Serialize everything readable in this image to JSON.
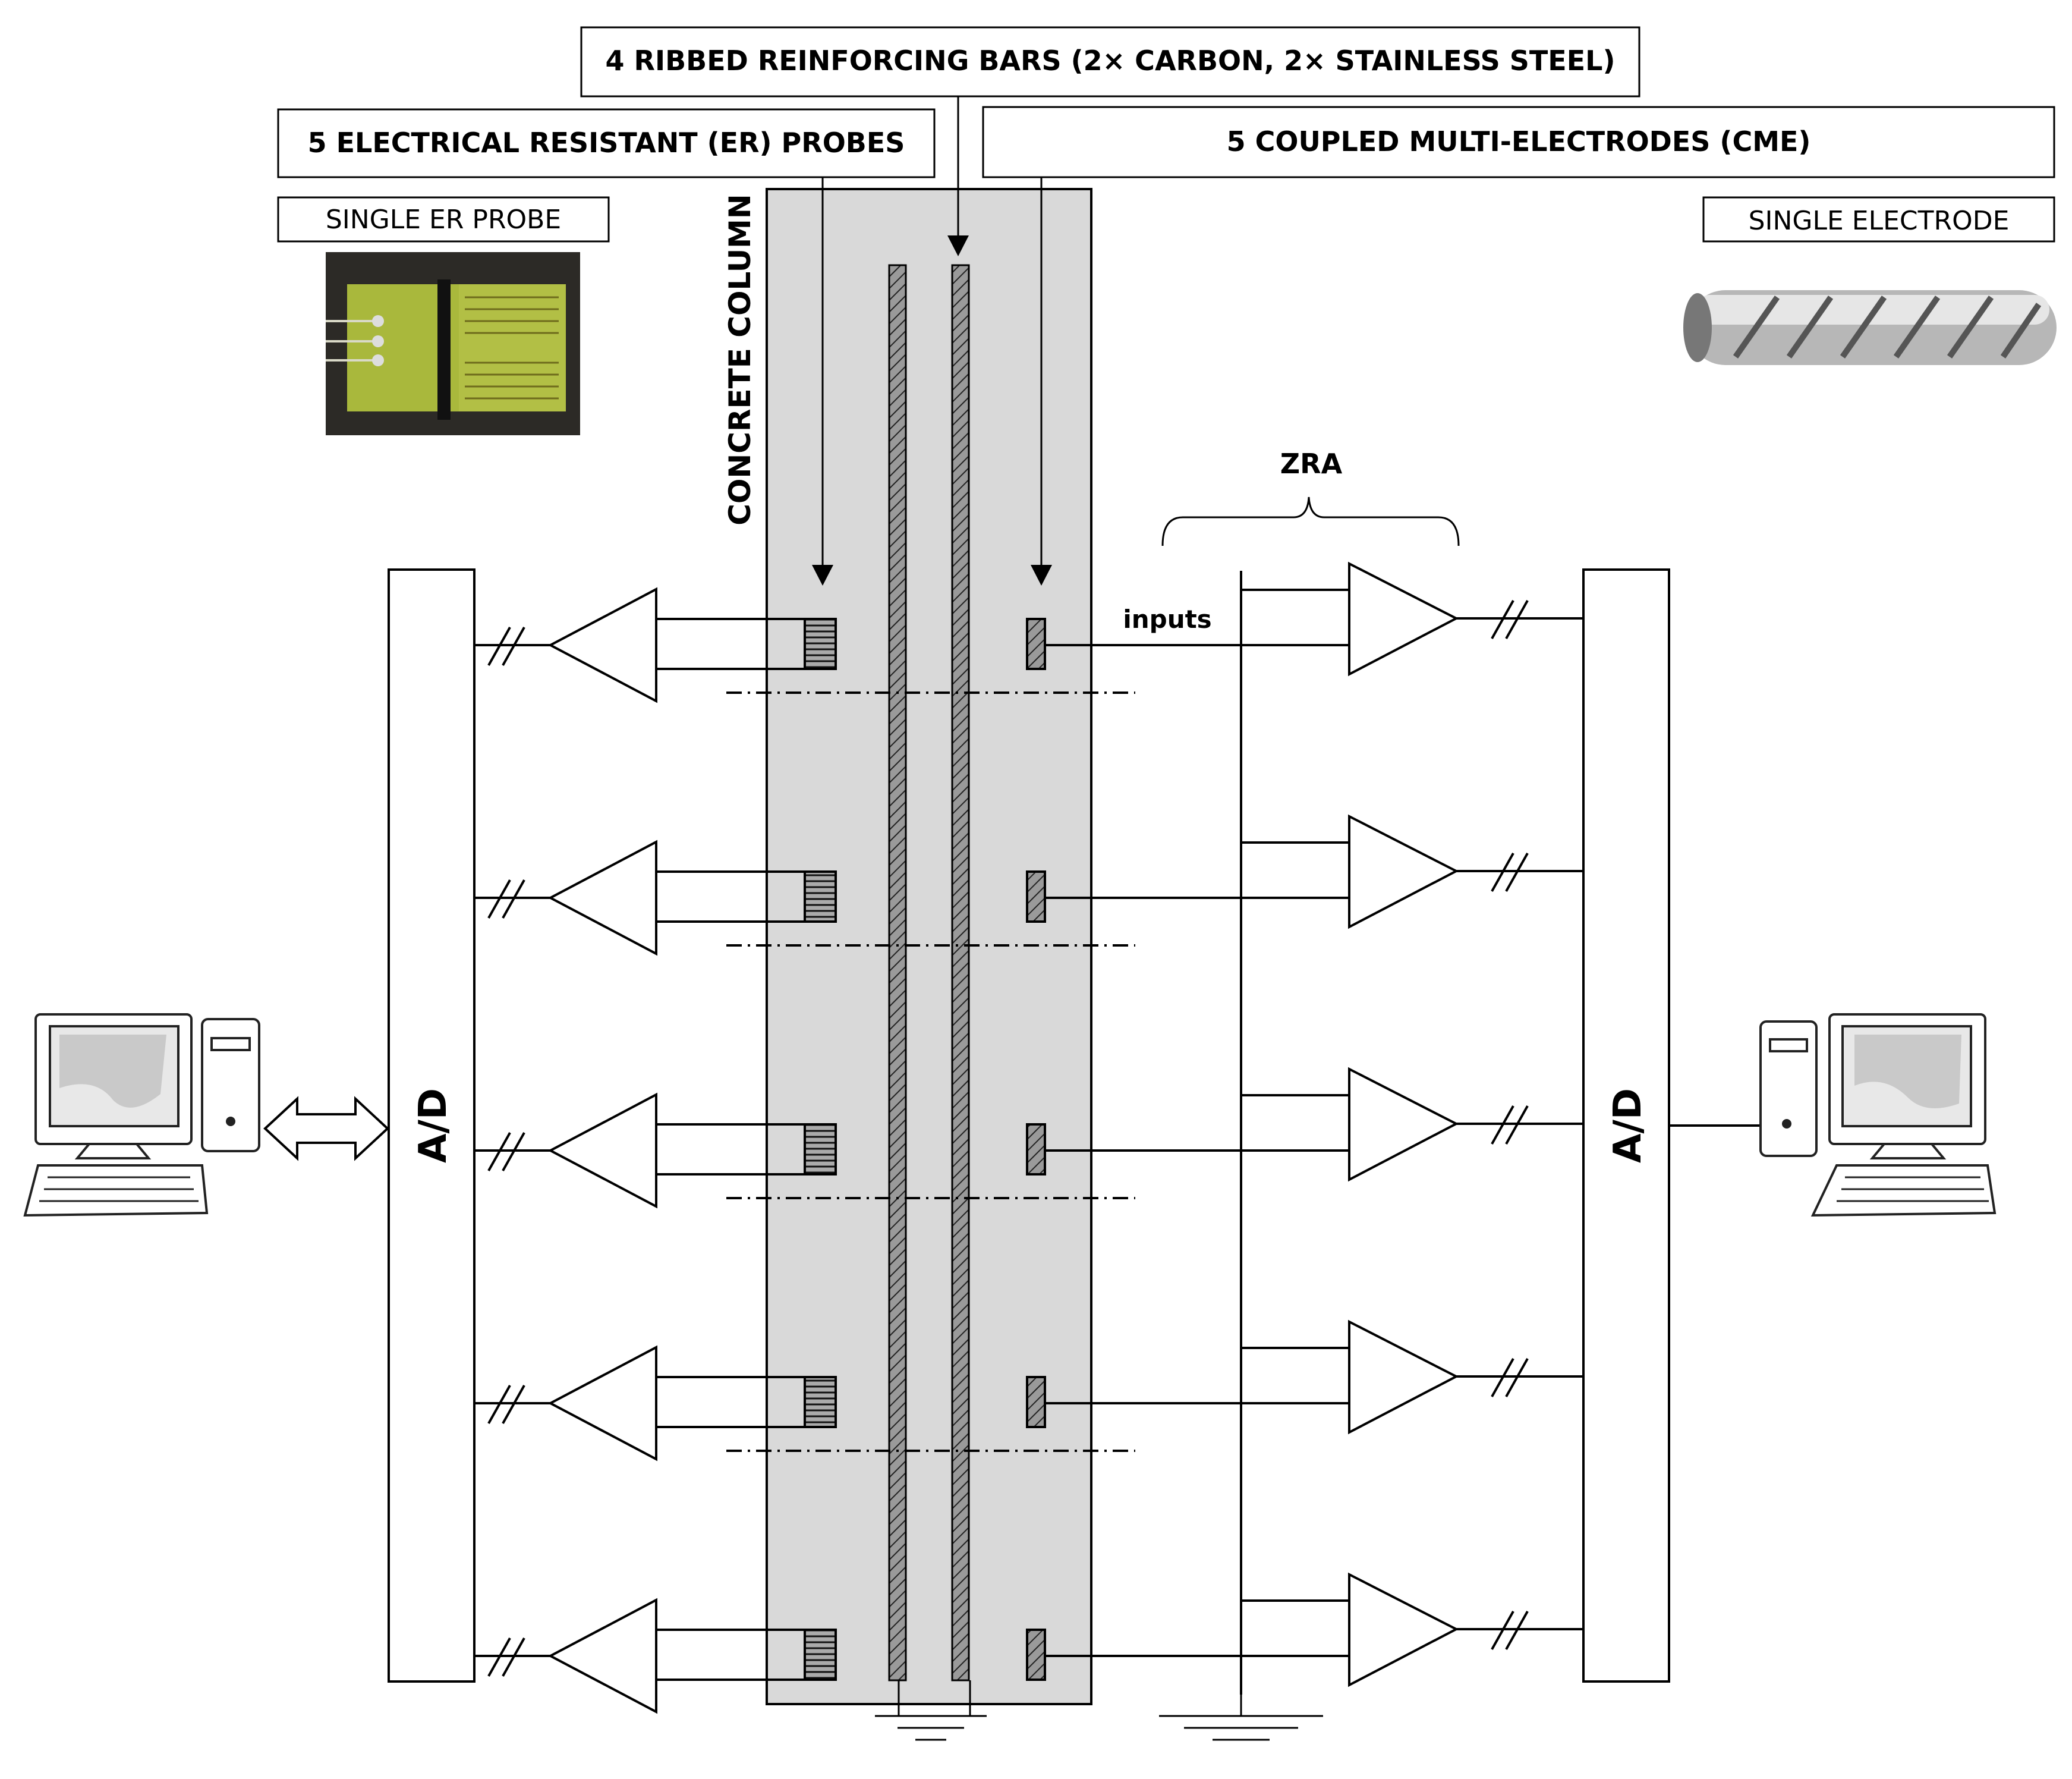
{
  "labels": {
    "rebars_title": "4 RIBBED REINFORCING BARS (2× CARBON, 2× STAINLESS STEEL)",
    "er_title": "5 ELECTRICAL RESISTANT (ER) PROBES",
    "cme_title": "5 COUPLED MULTI-ELECTRODES  (CME)",
    "single_er": "SINGLE ER PROBE",
    "single_electrode": "SINGLE ELECTRODE",
    "column": "CONCRETE COLUMN",
    "zra": "ZRA",
    "inputs": "inputs",
    "ad_left": "A/D",
    "ad_right": "A/D"
  },
  "icons": [
    "er-probe-photo",
    "electrode-photo",
    "computer-left-icon",
    "computer-right-icon",
    "bidirectional-arrow-icon",
    "ground-icon"
  ],
  "colors": {
    "column_fill": "#d9d9d9",
    "line": "#000000",
    "pcb_green": "#a5b53d"
  }
}
